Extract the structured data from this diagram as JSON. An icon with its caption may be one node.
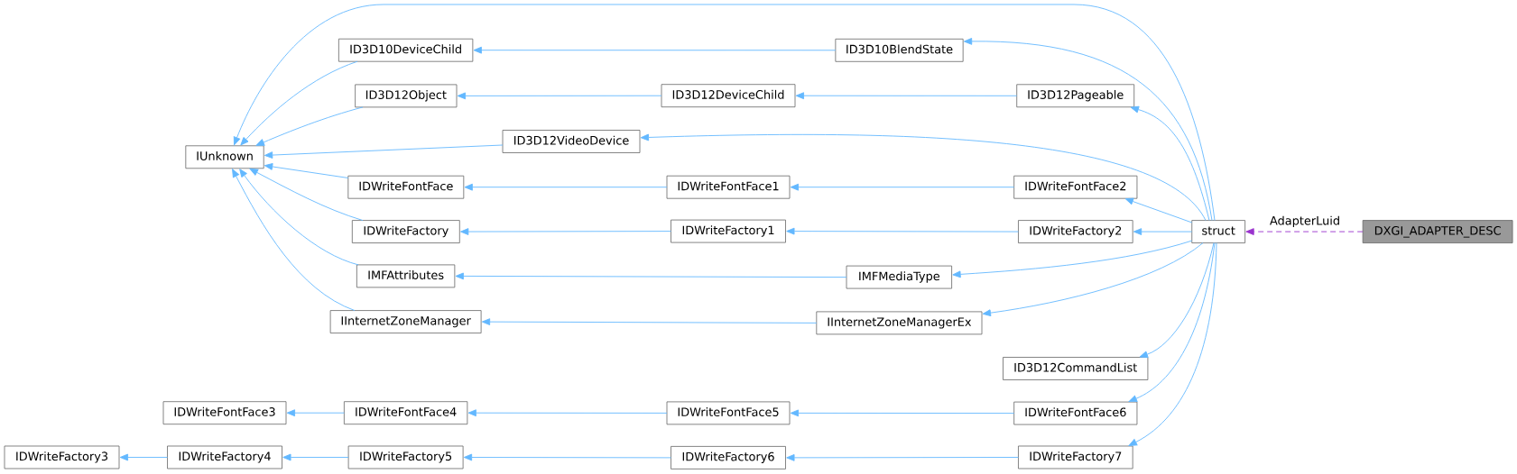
{
  "diagram": {
    "nodes": [
      {
        "text": [
          "IDWriteFactory3"
        ]
      },
      {
        "text": [
          "IUnknown"
        ]
      },
      {
        "text": [
          "IDWriteFontFace3"
        ]
      },
      {
        "text": [
          "IDWriteFactory4"
        ]
      },
      {
        "text": [
          "ID3D10DeviceChild"
        ]
      },
      {
        "text": [
          "ID3D12Object"
        ]
      },
      {
        "text": [
          "IDWriteFontFace"
        ]
      },
      {
        "text": [
          "IDWriteFactory"
        ]
      },
      {
        "text": [
          "IMFAttributes"
        ]
      },
      {
        "text": [
          "IInternetZoneManager"
        ]
      },
      {
        "text": [
          "IDWriteFontFace4"
        ]
      },
      {
        "text": [
          "IDWriteFactory5"
        ]
      },
      {
        "text": [
          "ID3D12VideoDevice"
        ]
      },
      {
        "text": [
          "ID3D12DeviceChild"
        ]
      },
      {
        "text": [
          "IDWriteFontFace1"
        ]
      },
      {
        "text": [
          "IDWriteFactory1"
        ]
      },
      {
        "text": [
          "IDWriteFontFace5"
        ]
      },
      {
        "text": [
          "IDWriteFactory6"
        ]
      },
      {
        "text": [
          "ID3D10BlendState"
        ]
      },
      {
        "text": [
          "ID3D12Pageable"
        ]
      },
      {
        "text": [
          "IDWriteFontFace2"
        ]
      },
      {
        "text": [
          "IDWriteFactory2"
        ]
      },
      {
        "text": [
          "IMFMediaType"
        ]
      },
      {
        "text": [
          "IInternetZoneManagerEx"
        ]
      },
      {
        "text": [
          "ID3D12CommandList"
        ]
      },
      {
        "text": [
          "IDWriteFontFace6"
        ]
      },
      {
        "text": [
          "IDWriteFactory7"
        ]
      },
      {
        "text": [
          "struct"
        ]
      },
      {
        "text": [
          "DXGI_ADAPTER_DESC"
        ]
      }
    ],
    "edges": [
      {
        "from": 27,
        "to": 1,
        "arrow": "to"
      },
      {
        "from": 4,
        "to": 1,
        "arrow": "to"
      },
      {
        "from": 5,
        "to": 1,
        "arrow": "to"
      },
      {
        "from": 12,
        "to": 1,
        "arrow": "to"
      },
      {
        "from": 6,
        "to": 1,
        "arrow": "to"
      },
      {
        "from": 7,
        "to": 1,
        "arrow": "to"
      },
      {
        "from": 8,
        "to": 1,
        "arrow": "to"
      },
      {
        "from": 9,
        "to": 1,
        "arrow": "to"
      },
      {
        "from": 18,
        "to": 4,
        "arrow": "to"
      },
      {
        "from": 13,
        "to": 5,
        "arrow": "to"
      },
      {
        "from": 19,
        "to": 13,
        "arrow": "to"
      },
      {
        "from": 14,
        "to": 6,
        "arrow": "to"
      },
      {
        "from": 20,
        "to": 14,
        "arrow": "to"
      },
      {
        "from": 15,
        "to": 7,
        "arrow": "to"
      },
      {
        "from": 21,
        "to": 15,
        "arrow": "to"
      },
      {
        "from": 22,
        "to": 8,
        "arrow": "to"
      },
      {
        "from": 23,
        "to": 9,
        "arrow": "to"
      },
      {
        "from": 10,
        "to": 2,
        "arrow": "to"
      },
      {
        "from": 16,
        "to": 10,
        "arrow": "to"
      },
      {
        "from": 25,
        "to": 16,
        "arrow": "to"
      },
      {
        "from": 3,
        "to": 0,
        "arrow": "to"
      },
      {
        "from": 11,
        "to": 3,
        "arrow": "to"
      },
      {
        "from": 17,
        "to": 11,
        "arrow": "to"
      },
      {
        "from": 26,
        "to": 17,
        "arrow": "to"
      },
      {
        "from": 27,
        "to": 18,
        "arrow": "to"
      },
      {
        "from": 27,
        "to": 19,
        "arrow": "to"
      },
      {
        "from": 27,
        "to": 12,
        "arrow": "to"
      },
      {
        "from": 27,
        "to": 20,
        "arrow": "to"
      },
      {
        "from": 27,
        "to": 21,
        "arrow": "to"
      },
      {
        "from": 27,
        "to": 22,
        "arrow": "to"
      },
      {
        "from": 27,
        "to": 23,
        "arrow": "to"
      },
      {
        "from": 27,
        "to": 24,
        "arrow": "to"
      },
      {
        "from": 27,
        "to": 25,
        "arrow": "to"
      },
      {
        "from": 27,
        "to": 26,
        "arrow": "to"
      },
      {
        "from": 28,
        "to": 27,
        "arrow": "to",
        "label": "AdapterLuid",
        "style": "dashed",
        "color": "#9a32cd"
      }
    ]
  }
}
